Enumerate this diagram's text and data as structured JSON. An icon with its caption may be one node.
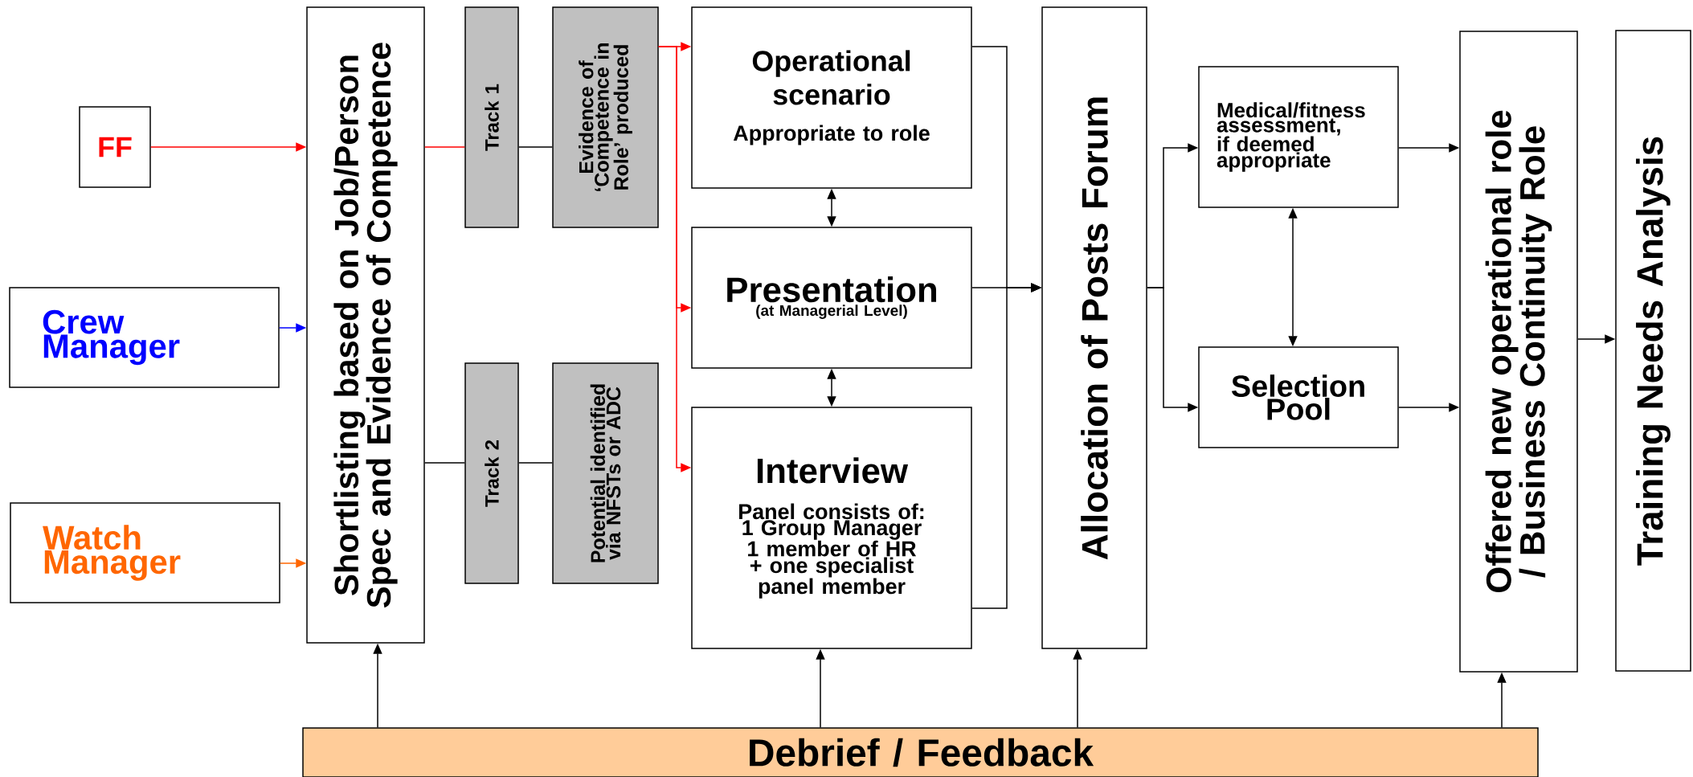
{
  "diagram": {
    "nodes": [
      {
        "text": [
          "FF"
        ]
      },
      {
        "text": [
          "Crew Manager"
        ]
      },
      {
        "text": [
          "Watch Manager"
        ]
      },
      {
        "text": [
          "Shortlisting based on Job/Person Spec and Evidence of Competence"
        ]
      },
      {
        "text": [
          "Track 1"
        ]
      },
      {
        "text": [
          "Evidence of ‘Competence in Role’ produced"
        ]
      },
      {
        "text": [
          "Track 2"
        ]
      },
      {
        "text": [
          "Potential identified via NFSTs or ADC"
        ]
      },
      {
        "text": [
          "Operational scenario",
          "Appropriate to role"
        ]
      },
      {
        "text": [
          "Presentation",
          "(at  Managerial Level)"
        ]
      },
      {
        "text": [
          "Interview",
          "Panel consists of: 1 Group Manager 1 member of HR + one specialist panel member"
        ]
      },
      {
        "text": [
          "Allocation of Posts Forum"
        ]
      },
      {
        "text": [
          "Medical/fitness assessment, if deemed appropriate"
        ]
      },
      {
        "text": [
          "Selection Pool"
        ]
      },
      {
        "text": [
          "Offered new operational role / Business Continuity Role"
        ]
      },
      {
        "text": [
          "Training Needs Analysis"
        ]
      },
      {
        "text": [
          "Debrief / Feedback"
        ]
      }
    ],
    "edges": [
      {
        "from": 0,
        "to": 3,
        "arrow": "to",
        "color": "#ff0000"
      },
      {
        "from": 1,
        "to": 3,
        "arrow": "to",
        "color": "#0000ff"
      },
      {
        "from": 2,
        "to": 3,
        "arrow": "to",
        "color": "#ff6600"
      },
      {
        "from": 3,
        "to": 4,
        "arrow": "none",
        "color": "#ff0000"
      },
      {
        "from": 4,
        "to": 5,
        "arrow": "none"
      },
      {
        "from": 3,
        "to": 6,
        "arrow": "none"
      },
      {
        "from": 6,
        "to": 7,
        "arrow": "none"
      },
      {
        "from": 5,
        "to": 8,
        "arrow": "to",
        "color": "#ff0000"
      },
      {
        "from": 5,
        "to": 9,
        "arrow": "to",
        "color": "#ff0000"
      },
      {
        "from": 5,
        "to": 10,
        "arrow": "to",
        "color": "#ff0000"
      },
      {
        "from": 8,
        "to": 9,
        "arrow": "both"
      },
      {
        "from": 9,
        "to": 10,
        "arrow": "both"
      },
      {
        "from": 8,
        "to": 11,
        "arrow": "to"
      },
      {
        "from": 9,
        "to": 11,
        "arrow": "to"
      },
      {
        "from": 10,
        "to": 11,
        "arrow": "to"
      },
      {
        "from": 11,
        "to": 12,
        "arrow": "to"
      },
      {
        "from": 11,
        "to": 13,
        "arrow": "to"
      },
      {
        "from": 12,
        "to": 13,
        "arrow": "both"
      },
      {
        "from": 12,
        "to": 14,
        "arrow": "to"
      },
      {
        "from": 13,
        "to": 14,
        "arrow": "to"
      },
      {
        "from": 14,
        "to": 15,
        "arrow": "to"
      },
      {
        "from": 16,
        "to": 3,
        "arrow": "to"
      },
      {
        "from": 16,
        "to": 10,
        "arrow": "to"
      },
      {
        "from": 16,
        "to": 11,
        "arrow": "to"
      },
      {
        "from": 16,
        "to": 14,
        "arrow": "to"
      }
    ]
  }
}
